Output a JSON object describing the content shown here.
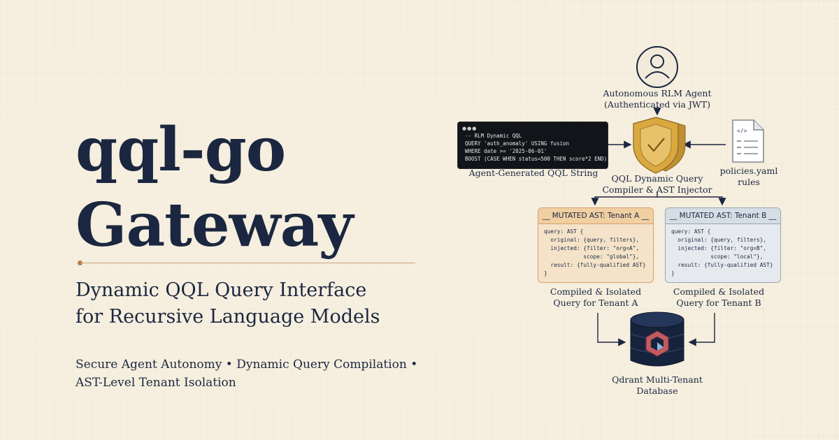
{
  "hero": {
    "title_line1": "qql-go",
    "title_line2": "Gateway",
    "subtitle_line1": "Dynamic QQL Query Interface",
    "subtitle_line2": "for Recursive Language Models",
    "tagline_line1": "Secure Agent Autonomy • Dynamic Query Compilation •",
    "tagline_line2": "AST-Level Tenant Isolation"
  },
  "diagram": {
    "agent": {
      "label_line1": "Autonomous RLM Agent",
      "label_line2": "(Authenticated via JWT)",
      "icon": "user-icon"
    },
    "query_string": {
      "code_lines": [
        "-- RLM Dynamic QQL",
        "QUERY 'auth_anomaly' USING fusion",
        "WHERE date >= '2025-06-01'",
        "BOOST (CASE WHEN status=500 THEN score*2 END)"
      ],
      "label": "Agent-Generated QQL String"
    },
    "compiler": {
      "label_line1": "QQL Dynamic Query",
      "label_line2": "Compiler & AST Injector",
      "icon": "shield-icon"
    },
    "policies": {
      "label_line1": "policies.yaml",
      "label_line2": "rules",
      "icon": "code-file-icon"
    },
    "tenant_a": {
      "header": "__ MUTATED AST: Tenant A __",
      "code_lines": [
        "query: AST {",
        "  original: {query, filters},",
        "  injected: {filter: \"org=A\",",
        "            scope: \"global\"},",
        "  result: {fully-qualified AST}",
        "}"
      ],
      "label_line1": "Compiled & Isolated",
      "label_line2": "Query for Tenant A"
    },
    "tenant_b": {
      "header": "__ MUTATED AST: Tenant B __",
      "code_lines": [
        "query: AST {",
        "  original: {query, filters},",
        "  injected: {filter: \"org=B\",",
        "            scope: \"local\"},",
        "  result: {fully-qualified AST}",
        "}"
      ],
      "label_line1": "Compiled & Isolated",
      "label_line2": "Query for Tenant B"
    },
    "database": {
      "label_line1": "Qdrant Multi-Tenant",
      "label_line2": "Database",
      "icon": "database-icon"
    }
  },
  "colors": {
    "background": "#f6efdf",
    "navy": "#1b2740",
    "accent_copper": "#b37a4c",
    "shield_gold": "#d9a83f",
    "tenant_a_fill": "#f5e3c9",
    "tenant_b_fill": "#e6eaee"
  }
}
